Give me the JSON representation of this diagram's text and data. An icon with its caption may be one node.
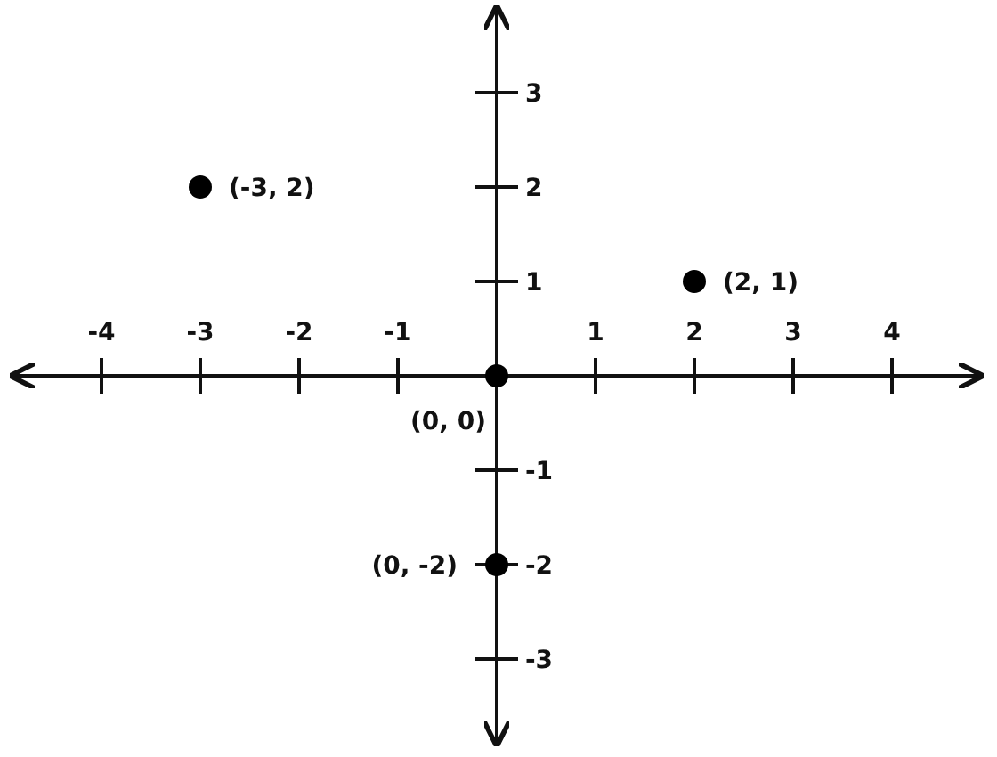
{
  "diagram": {
    "chart_data": {
      "type": "scatter",
      "x": [
        -3,
        2,
        0,
        0
      ],
      "series": [
        {
          "color": "#000000",
          "values": [
            2,
            1,
            0,
            -2
          ]
        }
      ],
      "xticks": [
        -4,
        -3,
        -2,
        -1,
        1,
        2,
        3,
        4
      ],
      "yticks": [
        -3,
        -2,
        -1,
        1,
        2,
        3
      ],
      "xlim": [
        -4.9,
        4.9
      ],
      "ylim": [
        -3.9,
        3.9
      ],
      "annotations": [
        "(-3, 2)",
        "(2, 1)",
        "(0, 0)",
        "(0, -2)"
      ]
    }
  }
}
